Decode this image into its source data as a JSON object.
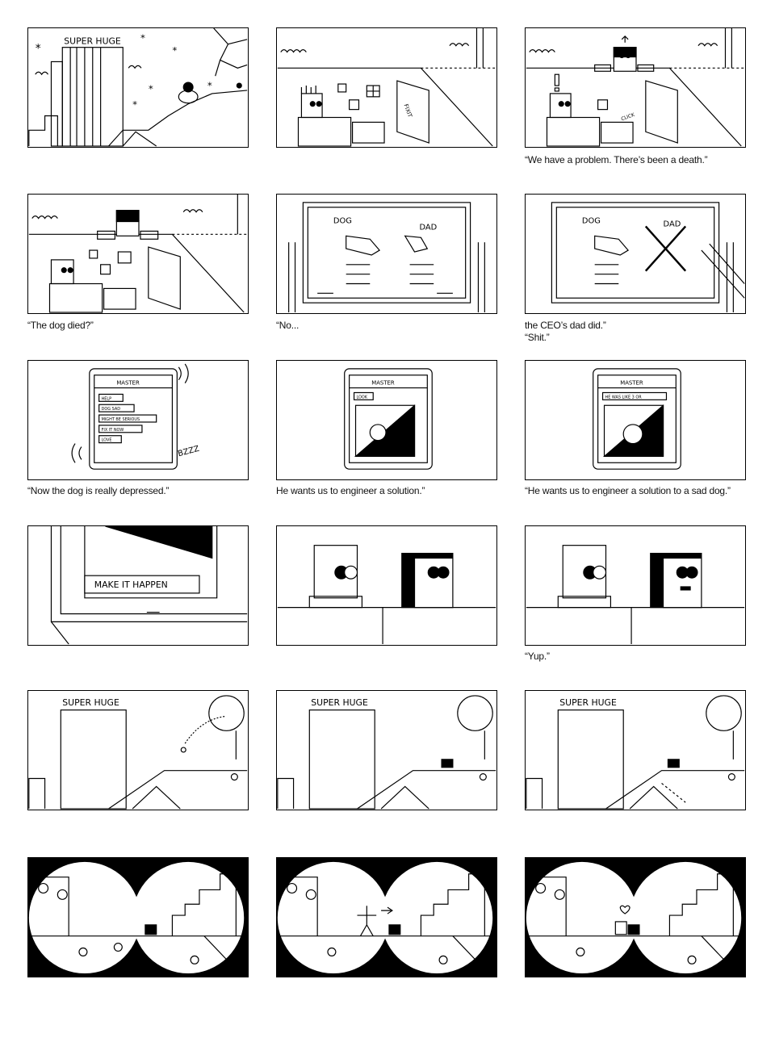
{
  "sign_text": "SUPER HUGE",
  "chat_title": "MASTER",
  "chat_messages": [
    "HELP",
    "DOG SAD",
    "MIGHT BE SERIOUS",
    "FIX IT NOW",
    "LOVE"
  ],
  "chat_image_reply": "LOOK",
  "chat_reply_2": "HE WAS LIKE 3 OR",
  "plaque_text": "MAKE IT HAPPEN",
  "board_labels": {
    "dog": "DOG",
    "dad": "DAD"
  },
  "poster_text": "FIXIT",
  "sfx": {
    "click": "CLICK",
    "buzz": "BZZZ"
  },
  "captions": {
    "p3": "“We have a problem. There’s been a death.”",
    "p4": "“The dog died?”",
    "p5": "“No...",
    "p6_line1": "the CEO’s dad did.”",
    "p6_line2": "“Shit.”",
    "p7": "“Now the dog is really depressed.”",
    "p8": "He wants us to engineer a solution.”",
    "p9": "“He wants us to engineer a solution to a sad dog.”",
    "p12": "“Yup.”"
  }
}
